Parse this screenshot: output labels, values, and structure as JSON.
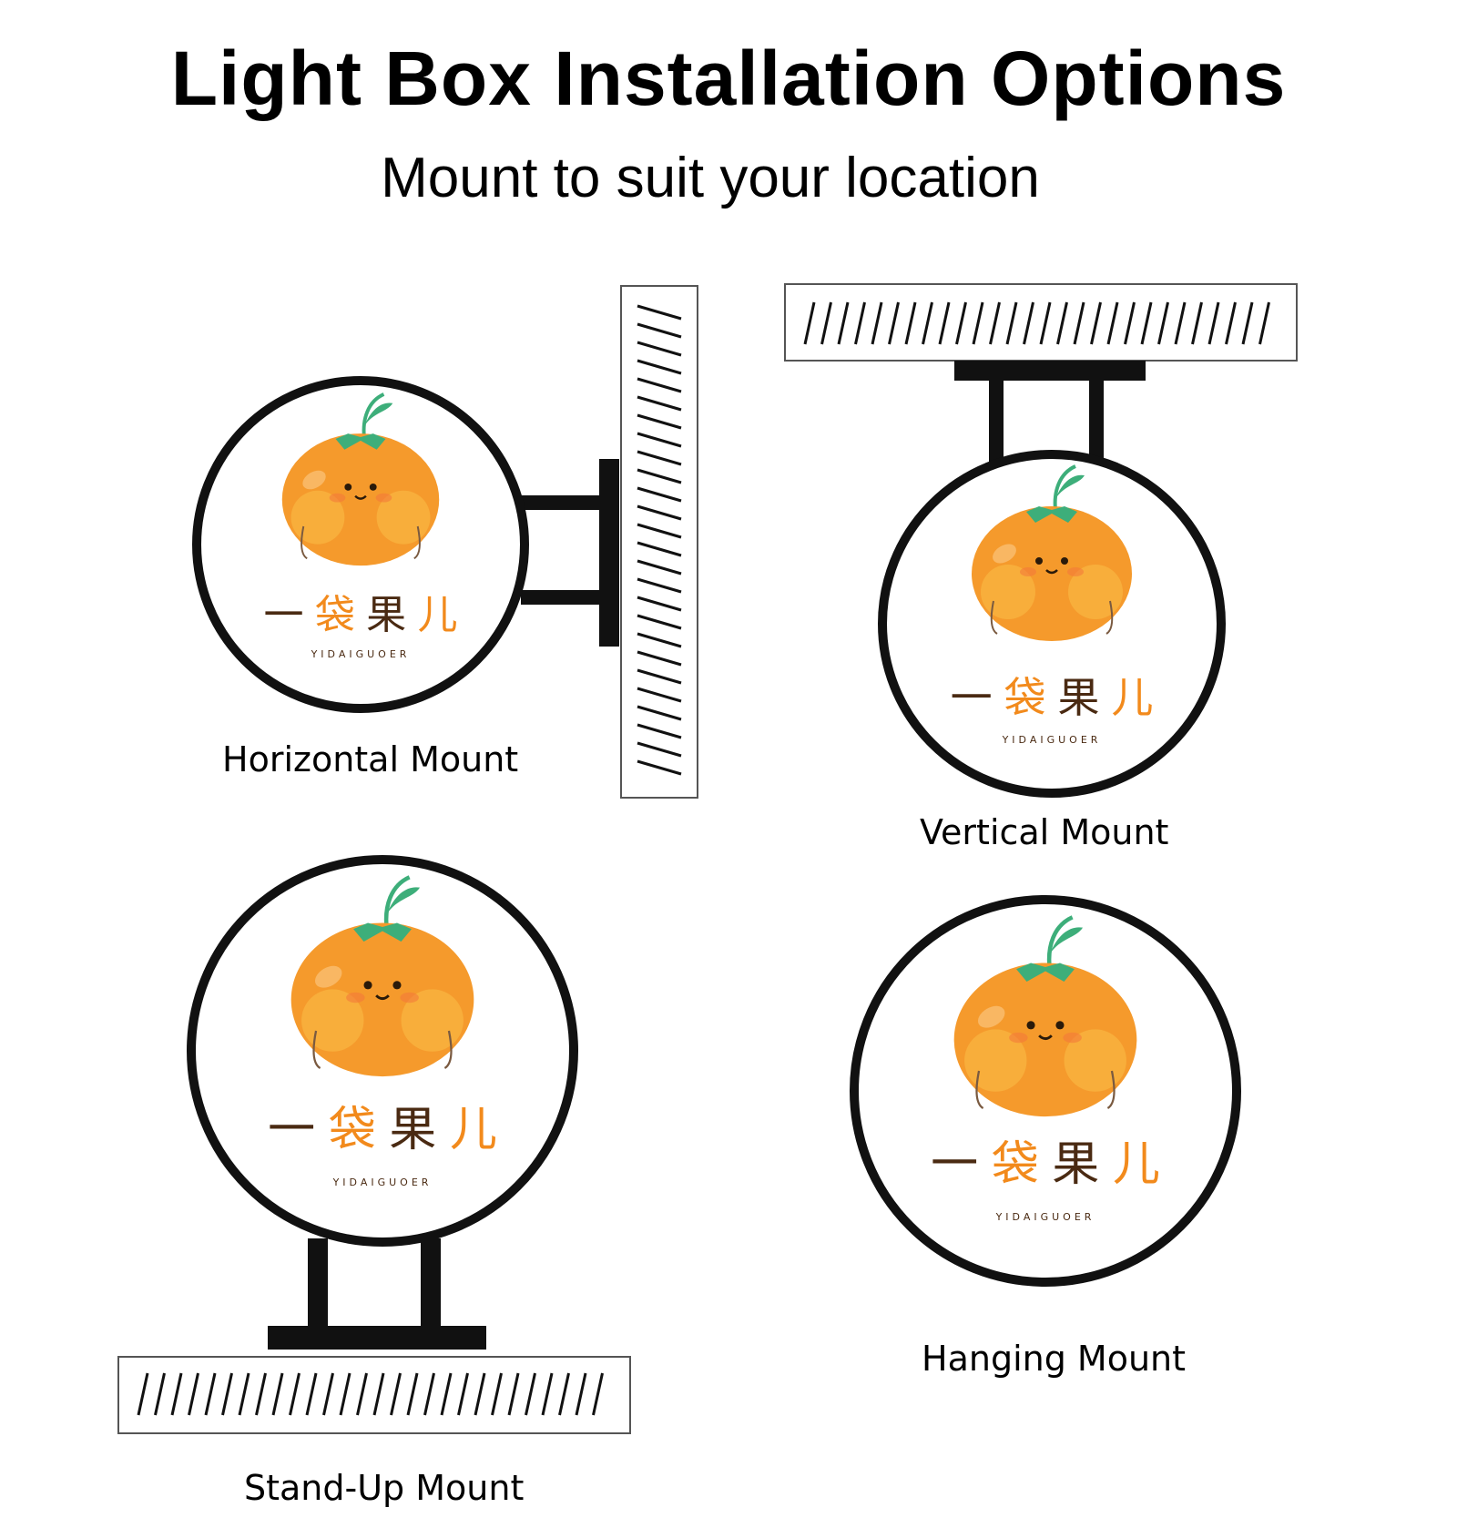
{
  "title": "Light Box Installation Options",
  "subtitle": "Mount to suit your location",
  "colors": {
    "frame": "#111111",
    "orange": "#f59a2c",
    "orange_light": "#f8b23e",
    "leaf": "#3dae7a",
    "brand_dark": "#4a2a12",
    "brand_orange": "#f28a1c"
  },
  "brand": {
    "chinese": [
      "一",
      "袋",
      "果",
      "儿"
    ],
    "pinyin": "YIDAIGUOER"
  },
  "options": [
    {
      "id": "horizontal",
      "label": "Horizontal Mount"
    },
    {
      "id": "vertical",
      "label": "Vertical Mount"
    },
    {
      "id": "standup",
      "label": "Stand-Up Mount"
    },
    {
      "id": "hanging",
      "label": "Hanging Mount"
    }
  ]
}
